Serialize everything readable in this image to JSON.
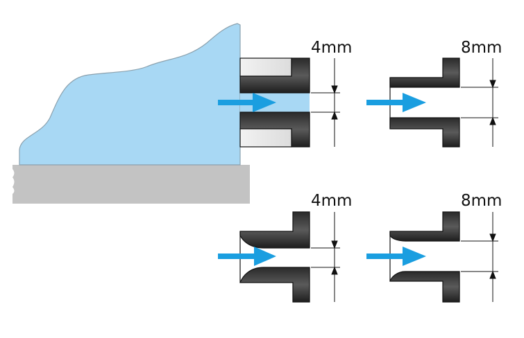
{
  "diagram": {
    "colors": {
      "liquid": "#a8d8f4",
      "liquid_outline": "#8aa0ad",
      "floor": "#c3c3c3",
      "arrow": "#1a9ee0",
      "nozzle_dark": "#3a3a3a",
      "nozzle_light": "#ededed",
      "line": "#111111"
    },
    "panels": [
      {
        "id": "top-left",
        "dimension_label": "4mm",
        "arrow_icon": "right-arrow-icon"
      },
      {
        "id": "top-right",
        "dimension_label": "8mm",
        "arrow_icon": "right-arrow-icon"
      },
      {
        "id": "bottom-left",
        "dimension_label": "4mm",
        "arrow_icon": "right-arrow-icon"
      },
      {
        "id": "bottom-right",
        "dimension_label": "8mm",
        "arrow_icon": "right-arrow-icon"
      }
    ]
  }
}
